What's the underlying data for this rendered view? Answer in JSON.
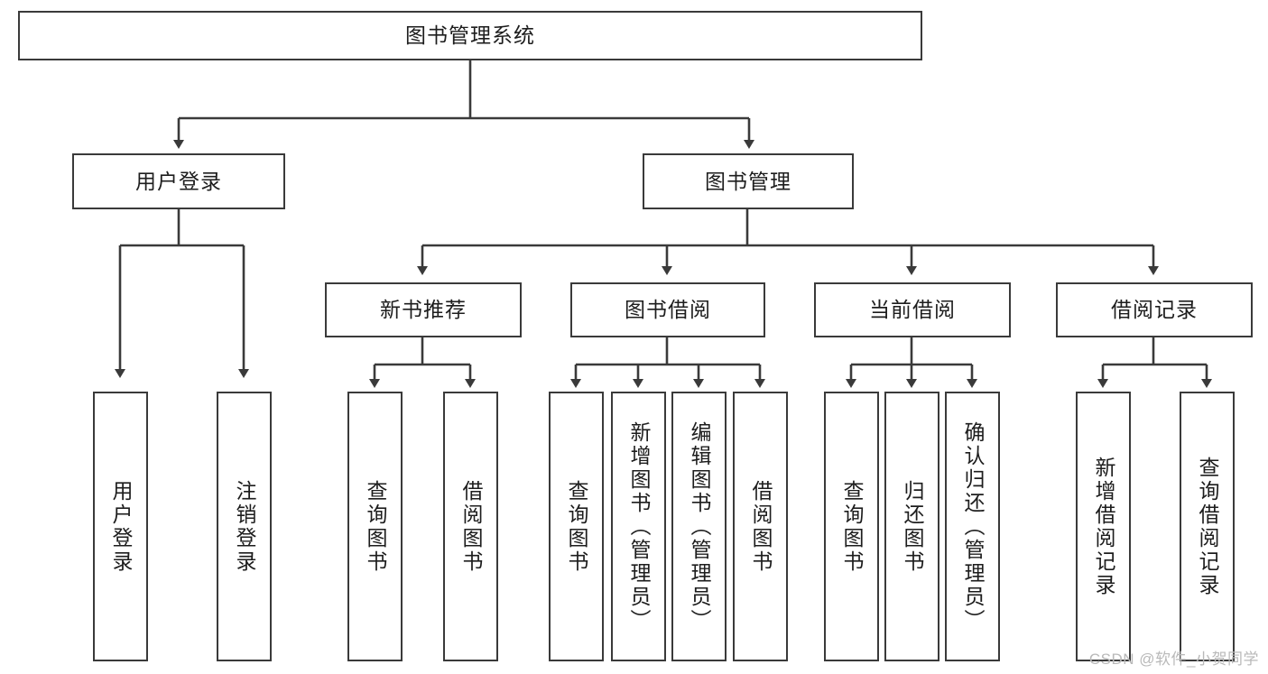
{
  "diagram": {
    "title": "图书管理系统",
    "type": "tree-hierarchy",
    "watermark": "CSDN @软件_小贺同学",
    "stroke_color": "#3a3a3a",
    "fill_color": "#ffffff",
    "text_color": "#1d1d1d",
    "nodes": {
      "root": {
        "label": "图书管理系统"
      },
      "level2": [
        {
          "id": "user-login",
          "label": "用户登录"
        },
        {
          "id": "book-manage",
          "label": "图书管理"
        }
      ],
      "level3": [
        {
          "id": "new-book-recommend",
          "label": "新书推荐"
        },
        {
          "id": "book-borrow",
          "label": "图书借阅"
        },
        {
          "id": "current-borrow",
          "label": "当前借阅"
        },
        {
          "id": "borrow-record",
          "label": "借阅记录"
        }
      ],
      "leaves": [
        {
          "id": "leaf-user-login",
          "label": "用户登录",
          "parent": "user-login"
        },
        {
          "id": "leaf-user-logout",
          "label": "注销登录",
          "parent": "user-login"
        },
        {
          "id": "leaf-query-book-1",
          "label": "查询图书",
          "parent": "new-book-recommend"
        },
        {
          "id": "leaf-borrow-book-1",
          "label": "借阅图书",
          "parent": "new-book-recommend"
        },
        {
          "id": "leaf-query-book-2",
          "label": "查询图书",
          "parent": "book-borrow"
        },
        {
          "id": "leaf-add-book",
          "label": "新增图书（管理员）",
          "parent": "book-borrow"
        },
        {
          "id": "leaf-edit-book",
          "label": "编辑图书（管理员）",
          "parent": "book-borrow"
        },
        {
          "id": "leaf-borrow-book-2",
          "label": "借阅图书",
          "parent": "book-borrow"
        },
        {
          "id": "leaf-query-book-3",
          "label": "查询图书",
          "parent": "current-borrow"
        },
        {
          "id": "leaf-return-book",
          "label": "归还图书",
          "parent": "current-borrow"
        },
        {
          "id": "leaf-confirm-return",
          "label": "确认归还（管理员）",
          "parent": "current-borrow"
        },
        {
          "id": "leaf-add-record",
          "label": "新增借阅记录",
          "parent": "borrow-record"
        },
        {
          "id": "leaf-query-record",
          "label": "查询借阅记录",
          "parent": "borrow-record"
        }
      ]
    }
  }
}
